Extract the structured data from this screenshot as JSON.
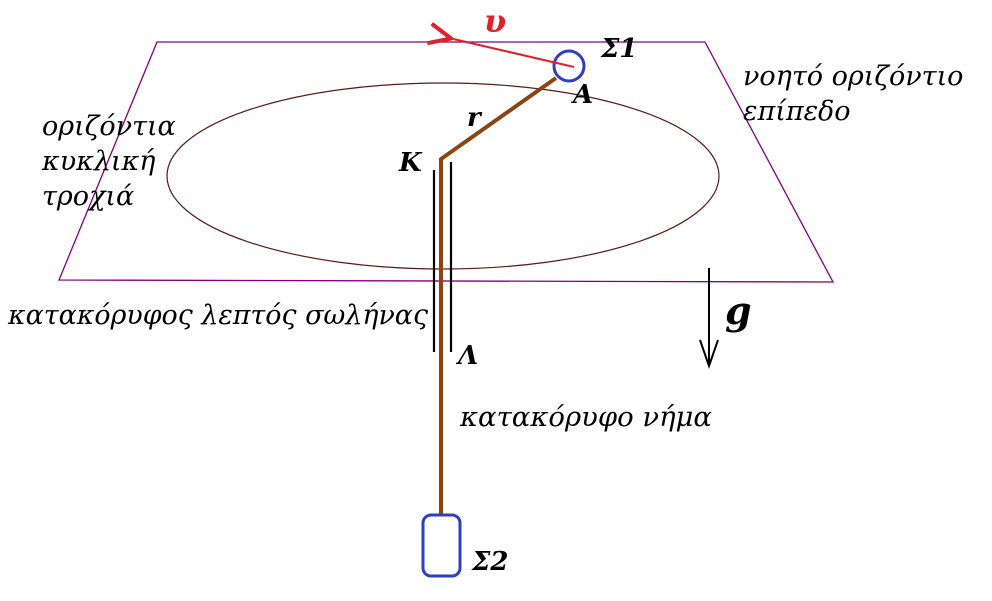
{
  "labels": {
    "velocity": "υ",
    "sigma1": "Σ1",
    "point_a": "Α",
    "radius": "r",
    "point_k": "Κ",
    "point_l": "Λ",
    "gravity": "g",
    "sigma2": "Σ2",
    "orbit_line1": "οριζόντια",
    "orbit_line2": "κυκλική",
    "orbit_line3": "τροχιά",
    "plane_line1": "νοητό οριζόντιο",
    "plane_line2": "επίπεδο",
    "tube": "κατακόρυφος λεπτός σωλήνας",
    "string": "κατακόρυφο νήμα"
  },
  "colors": {
    "plane": "#800080",
    "orbit": "#5a1a1a",
    "string": "#8b4513",
    "mass": "#2f3fbf",
    "velocity": "#e0202a",
    "tube": "#000000",
    "gravity": "#000000"
  }
}
